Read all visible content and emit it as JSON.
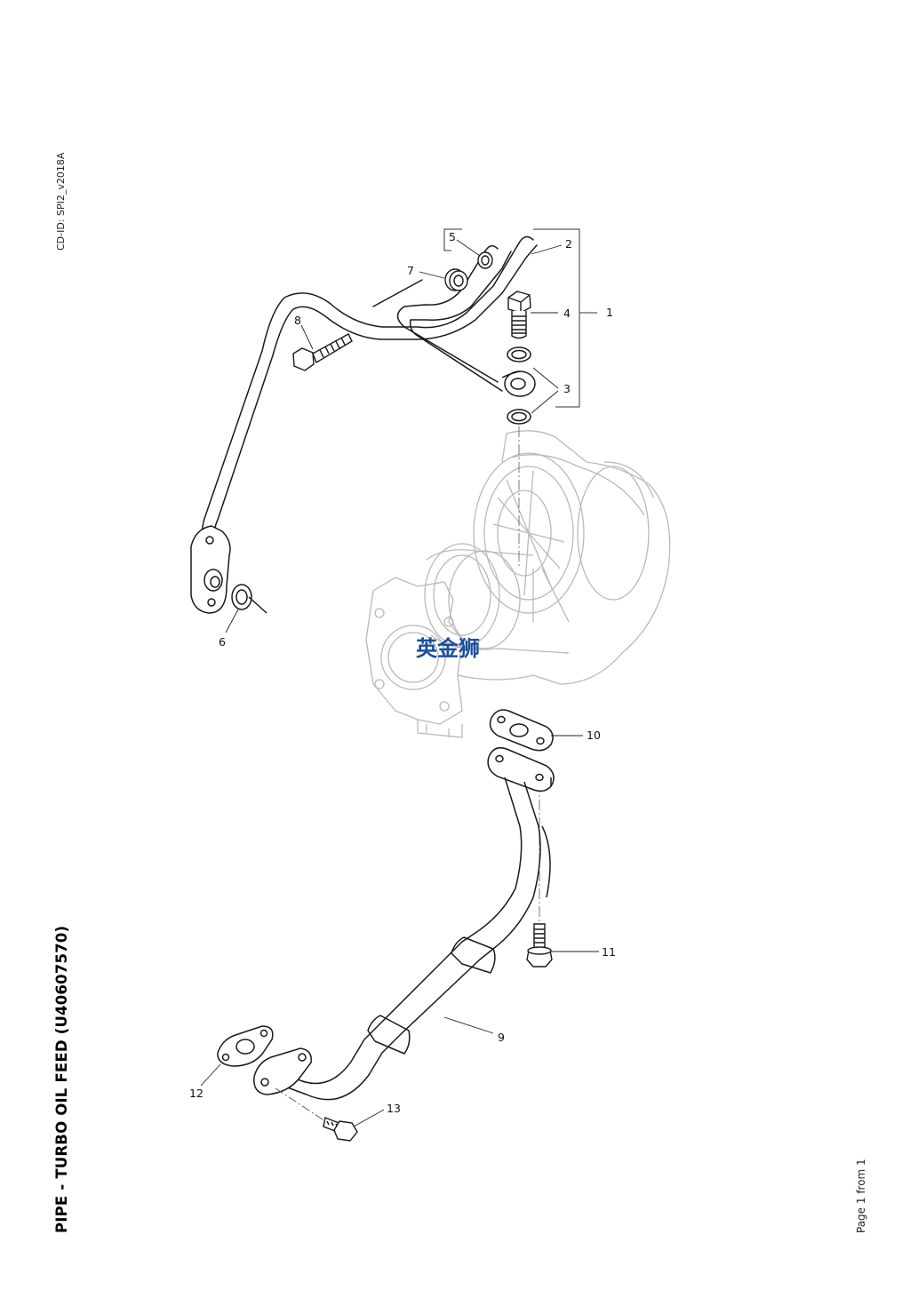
{
  "header": {
    "cd_id": "CD-ID: SPI2_v2018A"
  },
  "title": "PIPE - TURBO OIL FEED (U40607570)",
  "footer": {
    "page": "Page 1 from 1"
  },
  "watermark": "英金狮",
  "callouts": {
    "c1": "1",
    "c2": "2",
    "c3": "3",
    "c4": "4",
    "c5": "5",
    "c6": "6",
    "c7": "7",
    "c8": "8",
    "c9": "9",
    "c10": "10",
    "c11": "11",
    "c12": "12",
    "c13": "13"
  }
}
